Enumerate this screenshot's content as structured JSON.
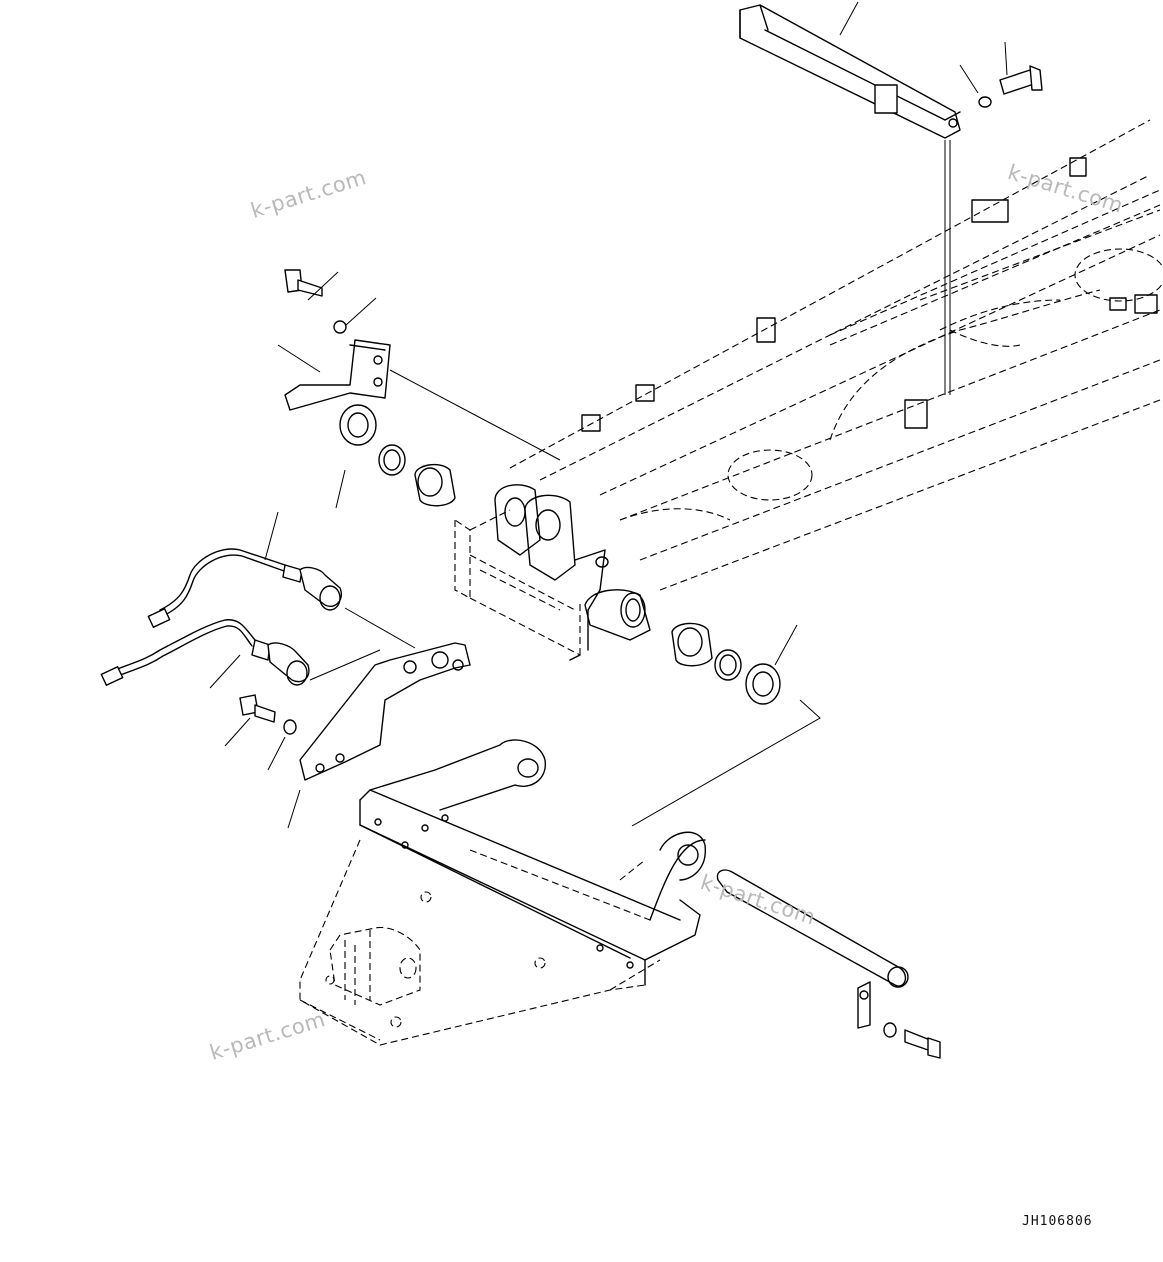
{
  "watermarks": [
    "k-part.com",
    "k-part.com",
    "k-part.com",
    "k-part.com"
  ],
  "drawing_code": "JH106806",
  "colors": {
    "line": "#000000",
    "watermark": "#b9b9b9",
    "background": "#ffffff"
  }
}
